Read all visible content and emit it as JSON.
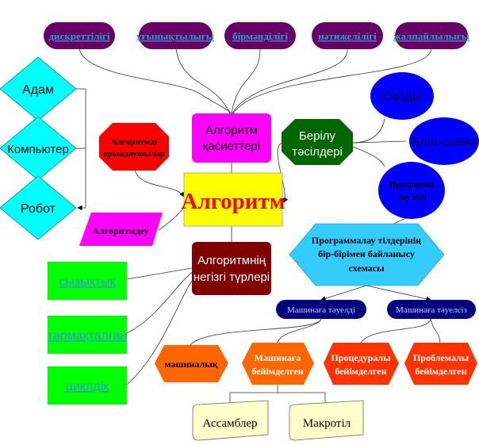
{
  "properties": [
    "дискреттілігі",
    "ұғынықтылығы",
    "бірмәнділігі",
    "нәтижелілігі",
    "жалпайлылығы"
  ],
  "executors": [
    "Адам",
    "Компьютер",
    "Робот"
  ],
  "executor_node": [
    "Алгоритмді",
    "орындаушылар"
  ],
  "properties_node": [
    "Алгоритм",
    "қасиеттері"
  ],
  "center": "Алгоритм",
  "methods_node": [
    "Берілу",
    "тәсілдері"
  ],
  "methods": {
    "dictionary": "Сөздік",
    "flowchart": "Блок-схема",
    "prog_lang": [
      "Программа",
      "лау тілі"
    ]
  },
  "algorithmization": "Алгоритмдеу",
  "types_node": [
    "Алгоритмнің",
    "негізгі түрлері"
  ],
  "types": [
    "сызықтық",
    "тармақталған",
    "циклдік"
  ],
  "scheme": [
    "Программалау тілдерінің",
    "бір-бірімен байланысу",
    "схемасы"
  ],
  "dependent": "Машинаға тәуелді",
  "independent": "Машинаға тәуелсіз",
  "machine": "машиналық",
  "machine_oriented": [
    "Машинаға",
    "бейімделген"
  ],
  "procedural": [
    "Процедуралы",
    "бейімделген"
  ],
  "problem": [
    "Проблемалы",
    "бейімделген"
  ],
  "assembler": "Ассамблер",
  "macro": "Макротіл",
  "colors": {
    "purple": "#660066",
    "cyan": "#00ffff",
    "magenta": "#ff00ff",
    "yellow": "#ffff00",
    "green": "#006600",
    "blue": "#0000ff",
    "darkred": "#800000",
    "navy": "#000080",
    "lime": "#00ff00",
    "orange": "#ff6600",
    "redorange": "#ff3300",
    "scroll": "#ffffcc"
  }
}
